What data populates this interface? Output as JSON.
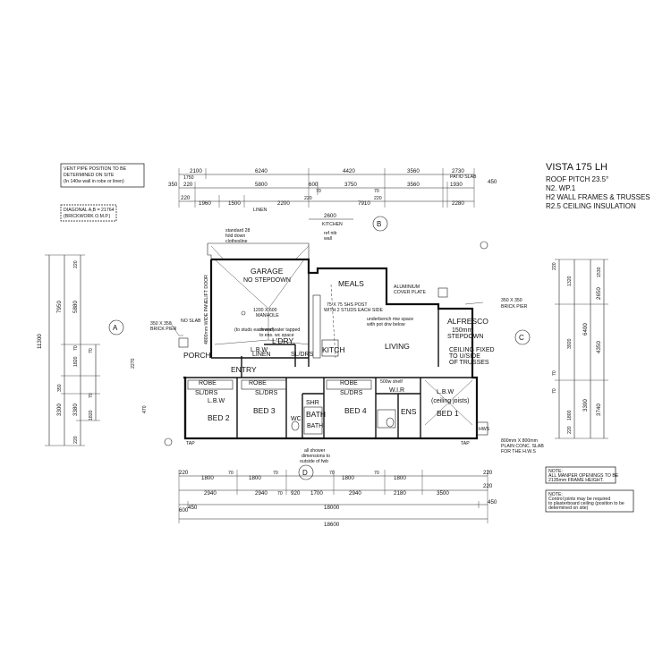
{
  "title": {
    "name": "VISTA 175 LH",
    "lines": [
      "ROOF PITCH 23.5°",
      "N2.      WP.1",
      "H2 WALL FRAMES & TRUSSES",
      "R2.5 CEILING INSULATION"
    ]
  },
  "notes": {
    "vent": [
      "VENT PIPE POSITION TO BE",
      "DETERMINED ON SITE",
      "(In 140w wall in robe or linen)"
    ],
    "diagonal": [
      "DIAGONAL A,B = 21764",
      "(BRICKWORK O.M.P.)"
    ],
    "bottom_right": [
      "NOTE:",
      "ALL MANPER OPENINGS TO BE",
      "2135mm FRAME HEIGHT."
    ],
    "bottom_right_2": [
      "NOTE:",
      "Control joints may be required",
      "to plasterboard ceiling (position to be",
      "determined on site)"
    ],
    "aluminium": [
      "ALUMINIUM",
      "COVER PLATE"
    ],
    "pier_right": [
      "350 X 350",
      "BRICK PIER"
    ],
    "pier_left": [
      "350 X 350",
      "BRICK PIER"
    ],
    "no_slab": "NO SLAB",
    "garage_top": [
      "standard 28",
      "fold down",
      "clothesline"
    ],
    "garage_side": "4800mm WIDE PANELIFT DOOR",
    "manhole": [
      "1200 X 600",
      "MANHOLE"
    ],
    "studs": "(to studs each end)",
    "ref_nib": [
      "ref nib",
      "wall"
    ],
    "post": [
      "75 X 75 SHS POST",
      "WITH 2 STUDS EACH SIDE"
    ],
    "underbench": [
      "underbench mw space",
      "with pot drw below"
    ],
    "services": [
      "sewer/water tapped",
      "to ens. wc space"
    ],
    "alfresco_sub": [
      "150mm",
      "STEPDOWN"
    ],
    "ceiling": [
      "CEILING FIXED",
      "TO U/SIDE",
      "OF TRUSSES"
    ],
    "ceiling_pts": "(ceiling joists)",
    "shower": [
      "all shower",
      "dimensions to",
      "outside of fwb"
    ],
    "slab": [
      "800mm X 800mm",
      "PLAIN CONC. SLAB",
      "FOR THE H.W.S"
    ],
    "shelf": "500w shelf",
    "stepdown_g": "NO STEPDOWN",
    "tap": "TAP",
    "hws": "HWS"
  },
  "rooms": {
    "garage": "GARAGE",
    "meals": "MEALS",
    "alfresco": "ALFRESCO",
    "living": "LIVING",
    "kitch": "KITCH",
    "ldry": "L'DRY",
    "porch": "PORCH",
    "entry": "ENTRY",
    "bed2": "BED 2",
    "bed3": "BED 3",
    "bed4": "BED 4",
    "bath": "BATH",
    "bath_s": "BATH",
    "ens": "ENS",
    "wir": "W.I.R",
    "bed1": "BED 1",
    "linen": "LINEN",
    "robe1": "ROBE",
    "robe2": "ROBE",
    "robe3": "ROBE",
    "lbw": "L.B.W",
    "sldrs": "SL/DRS",
    "shr": "SHR",
    "wc": "WC"
  },
  "markers": {
    "a": "A",
    "b": "B",
    "c": "C",
    "d": "D"
  },
  "dims": {
    "top1": [
      "2100",
      "6240",
      "4420",
      "3560",
      "2730"
    ],
    "top2": [
      "350",
      "220",
      "5800",
      "600",
      "3750",
      "3560",
      "1930",
      "450"
    ],
    "top3": [
      "220",
      "1960",
      "1500",
      "2200",
      "7910",
      "2280"
    ],
    "top_small": [
      "1750",
      "70",
      "70",
      "220",
      "220",
      "PATIO SLAB"
    ],
    "linen_lbl": "LINEN",
    "kitchen_dim": "2600",
    "kitchen_lbl": "KITCHEN",
    "bot1": [
      "220",
      "1800",
      "70",
      "1800",
      "70",
      "70",
      "1800",
      "70",
      "1800",
      "220"
    ],
    "bot2": [
      "2940",
      "2940",
      "70",
      "920",
      "1700",
      "2940",
      "2180",
      "3500"
    ],
    "bot3": [
      "450",
      "18000",
      "450"
    ],
    "bot_total": "18600",
    "bot_side": [
      "600",
      "220"
    ],
    "left_total": "11300",
    "left": [
      "220",
      "7950",
      "5880",
      "70",
      "1820",
      "70",
      "70",
      "3300",
      "3380",
      "1820",
      "220",
      "350",
      "470",
      "2270"
    ],
    "right": [
      "1530",
      "2650",
      "6400",
      "4350",
      "3740",
      "1800",
      "3300",
      "3920",
      "220",
      "70",
      "70",
      "1320",
      "220"
    ]
  }
}
